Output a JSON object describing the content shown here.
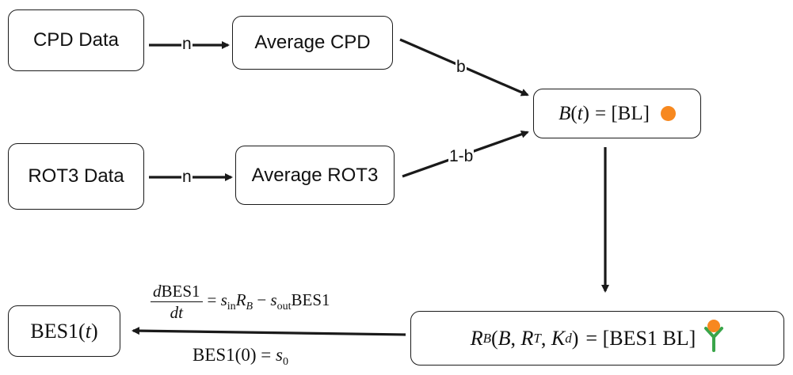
{
  "nodes": {
    "cpd_data": "CPD Data",
    "avg_cpd": "Average CPD",
    "rot3_data": "ROT3 Data",
    "avg_rot3": "Average ROT3",
    "bt": {
      "lhs": "B(t)",
      "rhs": "= [BL]",
      "icon": "orange-dot"
    },
    "rb": {
      "lhs": "R_B(B, R_T, K_d)",
      "rhs": "= [BES1 BL]",
      "icon": "antibody-with-ligand"
    },
    "bes1": "BES1(t)"
  },
  "edges": {
    "cpd_to_avg": "n",
    "rot3_to_avg": "n",
    "avgcpd_to_bt": "b",
    "avgrot3_to_bt": "1-b"
  },
  "equations": {
    "ode_numerator": "dBES1",
    "ode_denominator": "dt",
    "ode_rhs": "= s_in R_B − s_out BES1",
    "initial_condition": "BES1(0) = s_0"
  },
  "colors": {
    "dot": "#f7881f",
    "antibody_stem": "#3aa54a",
    "stroke": "#1a1a1a"
  }
}
